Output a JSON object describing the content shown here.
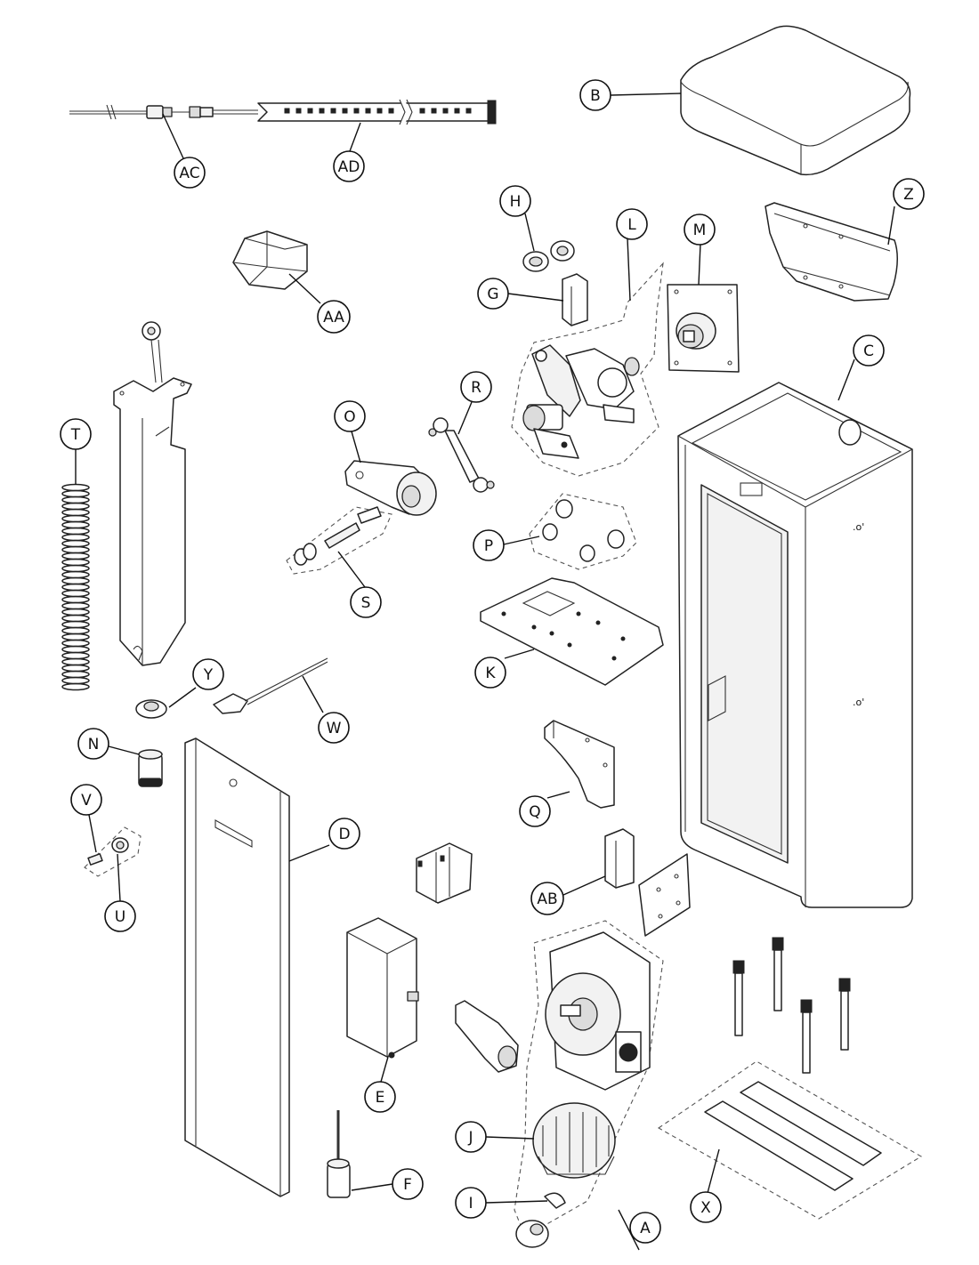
{
  "labels": {
    "A": "A",
    "B": "B",
    "C": "C",
    "D": "D",
    "E": "E",
    "F": "F",
    "G": "G",
    "H": "H",
    "I": "I",
    "J": "J",
    "K": "K",
    "L": "L",
    "M": "M",
    "N": "N",
    "O": "O",
    "P": "P",
    "Q": "Q",
    "R": "R",
    "S": "S",
    "T": "T",
    "U": "U",
    "V": "V",
    "W": "W",
    "X": "X",
    "Y": "Y",
    "Z": "Z",
    "AA": "AA",
    "AB": "AB",
    "AC": "AC",
    "AD": "AD"
  },
  "cabinet_marks": {
    "upper": ".o'",
    "lower": ".o'"
  }
}
